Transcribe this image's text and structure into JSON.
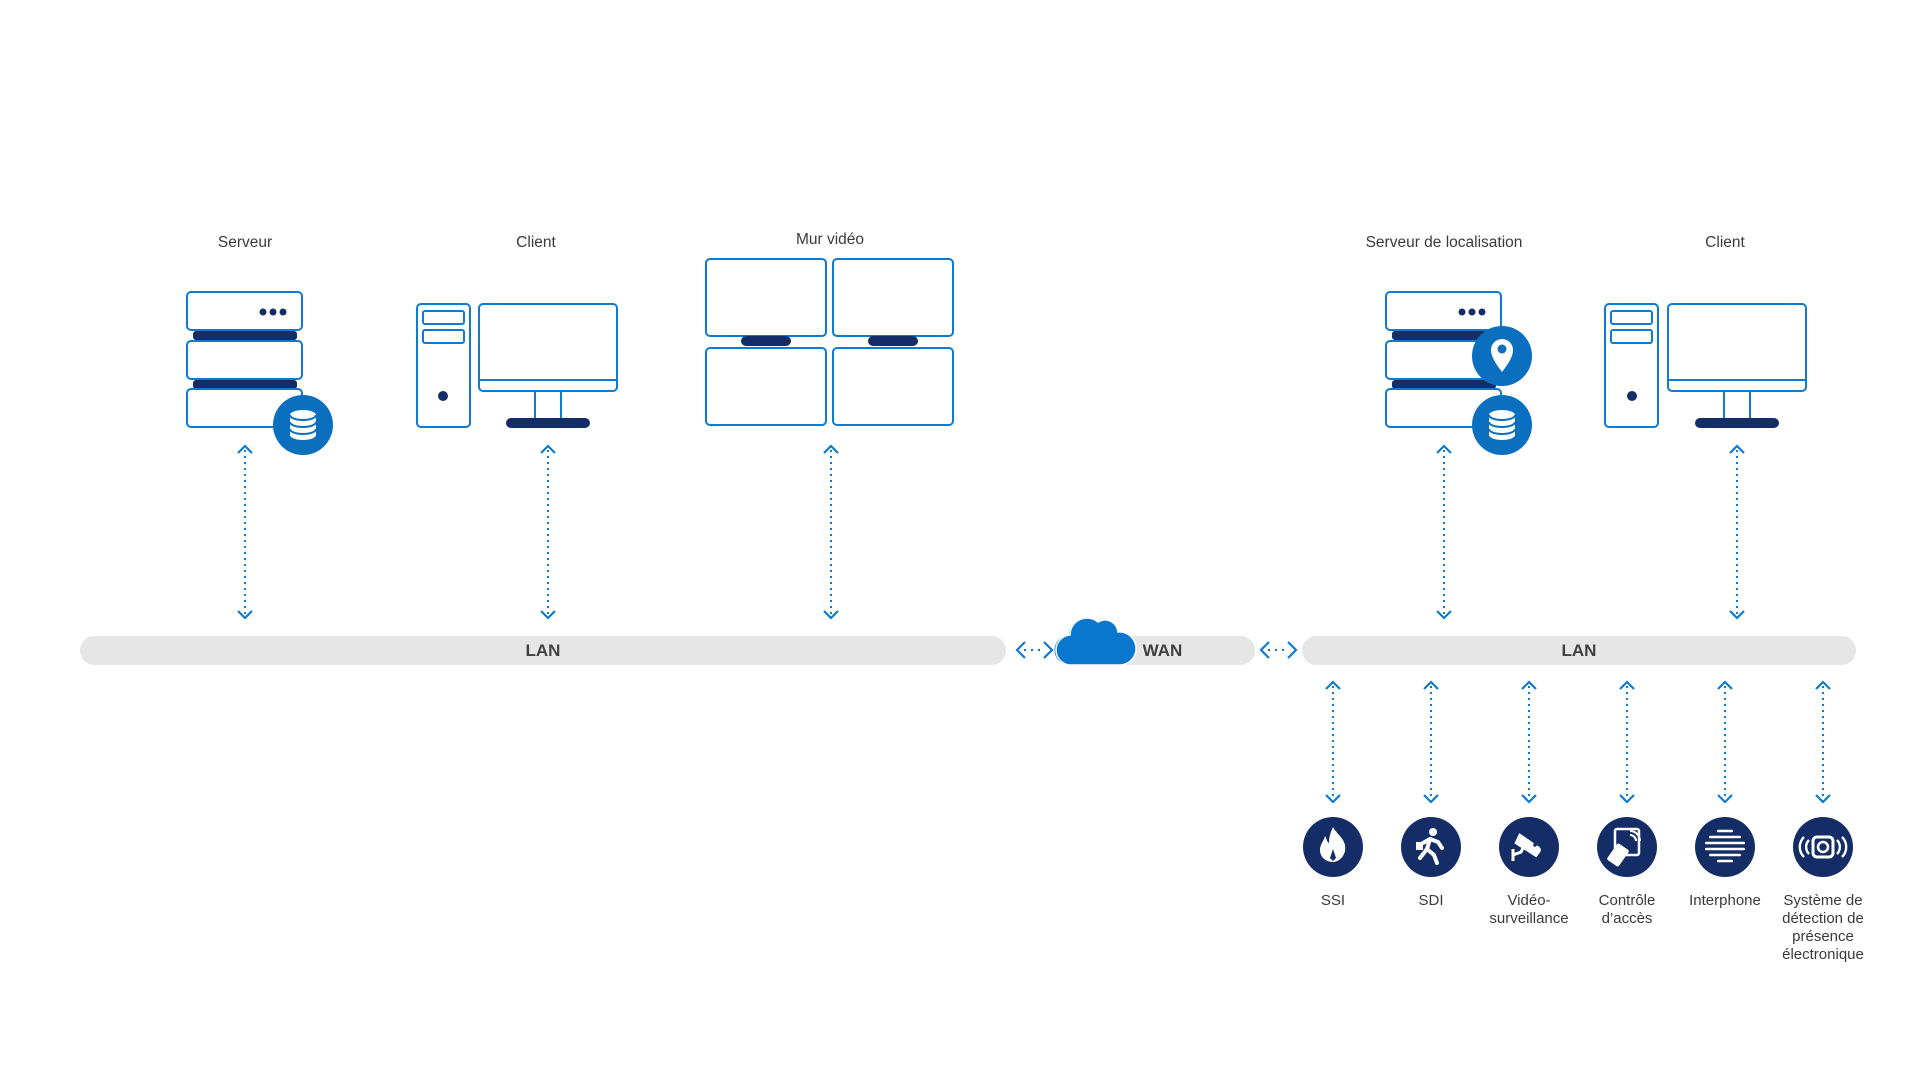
{
  "colors": {
    "outline": "#0e7ad0",
    "navy": "#152d66",
    "accent": "#0a6fbf",
    "cloud": "#0a77cf",
    "bar": "#e6e6e6",
    "text": "#3a3a3a"
  },
  "site_a": {
    "server_label": "Serveur",
    "client_label": "Client",
    "videowall_label": "Mur vidéo",
    "lan_label": "LAN"
  },
  "wan": {
    "label": "WAN",
    "icon": "cloud-icon"
  },
  "site_b": {
    "location_server_label": "Serveur de localisation",
    "client_label": "Client",
    "lan_label": "LAN"
  },
  "devices": [
    {
      "label": "SSI",
      "icon": "fire-icon"
    },
    {
      "label": "SDI",
      "icon": "running-person-icon"
    },
    {
      "label": "Vidéo-\nsurveillance",
      "icon": "cctv-camera-icon"
    },
    {
      "label": "Contrôle\nd’accès",
      "icon": "access-card-icon"
    },
    {
      "label": "Interphone",
      "icon": "intercom-icon"
    },
    {
      "label": "Système de\ndétection de\nprésence\nélectronique",
      "icon": "presence-sensor-icon"
    }
  ]
}
